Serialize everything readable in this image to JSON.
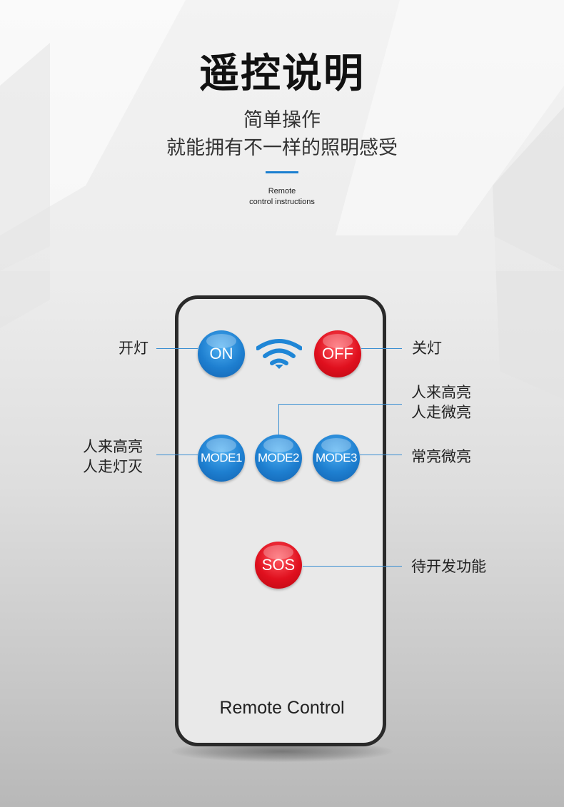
{
  "header": {
    "title": "遥控说明",
    "subtitle_line1": "简单操作",
    "subtitle_line2": "就能拥有不一样的照明感受",
    "english_line1": "Remote",
    "english_line2": "control instructions"
  },
  "colors": {
    "accent": "#1a7fd0",
    "button_blue": "#1e7fd0",
    "button_red": "#e0101e",
    "remote_border": "#2a2a2a",
    "remote_body": "#e9e9e9"
  },
  "remote": {
    "brand": "Remote Control",
    "buttons": {
      "on": "ON",
      "off": "OFF",
      "mode1": "MODE1",
      "mode2": "MODE2",
      "mode3": "MODE3",
      "sos": "SOS"
    },
    "signal_icon": "wifi-signal-icon"
  },
  "labels": {
    "on": "开灯",
    "off": "关灯",
    "mode1_line1": "人来高亮",
    "mode1_line2": "人走灯灭",
    "mode2_line1": "人来高亮",
    "mode2_line2": "人走微亮",
    "mode3": "常亮微亮",
    "sos": "待开发功能"
  }
}
